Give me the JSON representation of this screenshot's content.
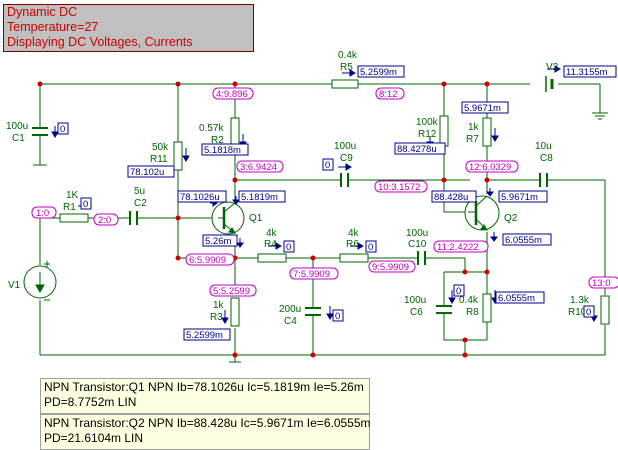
{
  "info": {
    "lines": [
      "Dynamic DC",
      "Temperature=27",
      "Displaying DC Voltages, Currents"
    ]
  },
  "colors": {
    "wire": "#006600",
    "label": "#006600",
    "value_blue": "#00008b",
    "node_magenta": "#c000c0",
    "dot": "#cc0000"
  },
  "components": {
    "c1": {
      "name": "C1",
      "value": "100u",
      "current": "0"
    },
    "r1": {
      "name": "R1",
      "value": "1K",
      "current": "0"
    },
    "c2": {
      "name": "C2",
      "value": "5u"
    },
    "r11": {
      "name": "R11",
      "value": "50k",
      "current": "78.102u"
    },
    "r2": {
      "name": "R2",
      "value": "0.57k",
      "current": "5.1818m"
    },
    "r5": {
      "name": "R5",
      "value": "0.4k",
      "current": "5.2599m"
    },
    "v2": {
      "name": "V2",
      "current": "11.3155m"
    },
    "r12": {
      "name": "R12",
      "value": "100k",
      "current": "88.4278u"
    },
    "r7": {
      "name": "R7",
      "value": "1k",
      "current": "5.9671m"
    },
    "c9": {
      "name": "C9",
      "value": "100u",
      "current": "0"
    },
    "c8": {
      "name": "C8",
      "value": "10u"
    },
    "q1": {
      "name": "Q1",
      "ib": "78.1026u",
      "ic": "5.1819m",
      "ie": "5.26m"
    },
    "q2": {
      "name": "Q2",
      "ib": "88.428u",
      "ic": "5.9671m",
      "ie": "6.0555m"
    },
    "r4": {
      "name": "R4",
      "value": "4k",
      "current": "0"
    },
    "r6": {
      "name": "R6",
      "value": "4k",
      "current": "0"
    },
    "c10": {
      "name": "C10",
      "value": "100u"
    },
    "v1": {
      "name": "V1"
    },
    "r3": {
      "name": "R3",
      "value": "1k",
      "current": "5.2599m"
    },
    "c4": {
      "name": "C4",
      "value": "200u",
      "current": "0"
    },
    "c6": {
      "name": "C6",
      "value": "100u",
      "current": "0"
    },
    "r8": {
      "name": "R8",
      "value": "0.4k",
      "current": "6.0555m"
    },
    "r10": {
      "name": "R10",
      "value": "1.3k",
      "current": "0"
    }
  },
  "nodes": {
    "n1": "1:0",
    "n2": "2:0",
    "n3": "3:6.9424",
    "n4": "4:9.896",
    "n5": "5:5.2599",
    "n6": "6:5.9909",
    "n7": "7:5.9909",
    "n8": "8:12",
    "n9": "9:5.9909",
    "n10": "10:3.1572",
    "n11": "11:2.4222",
    "n12": "12:6.0329",
    "n13": "13:0"
  },
  "tooltips": {
    "q1": {
      "line1": "NPN Transistor:Q1 NPN  Ib=78.1026u Ic=5.1819m Ie=5.26m",
      "line2": "PD=8.7752m LIN"
    },
    "q2": {
      "line1": "NPN Transistor:Q2 NPN  Ib=88.428u Ic=5.9671m Ie=6.0555m",
      "line2": "PD=21.6104m LIN"
    }
  }
}
